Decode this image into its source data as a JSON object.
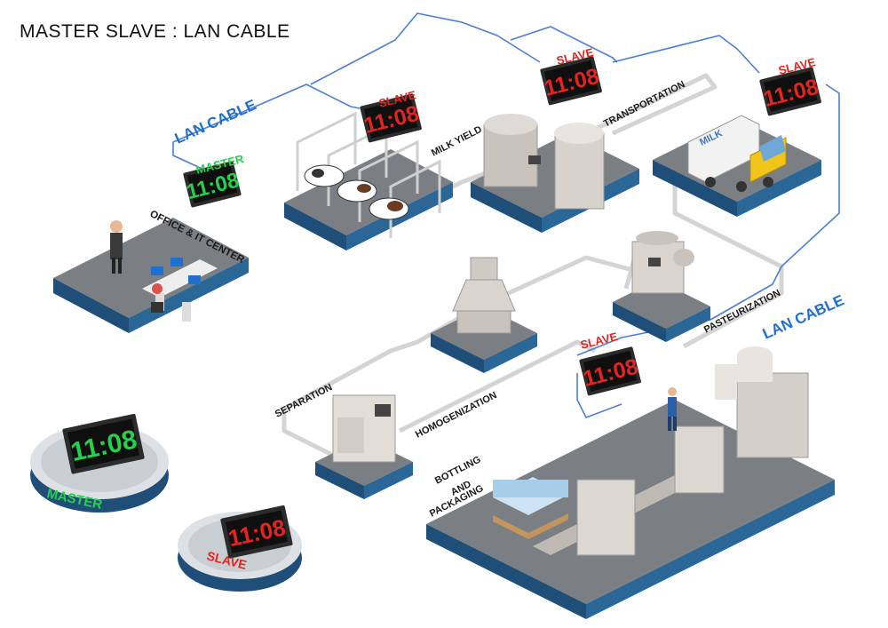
{
  "title": "MASTER SLAVE : LAN CABLE",
  "colors": {
    "cable": "#4a7fd4",
    "pipe": "#d8d8d8",
    "platform_top": "#7b7f83",
    "platform_side": "#1f4f78",
    "display_body": "#2b2b2b",
    "master_green": "#25d04a",
    "slave_red": "#e5231f",
    "label_blue": "#1e6fd0"
  },
  "displays": [
    {
      "role": "MASTER",
      "time": "11:08"
    },
    {
      "role": "SLAVE",
      "time": "11:08"
    },
    {
      "role": "SLAVE",
      "time": "11:08"
    },
    {
      "role": "SLAVE",
      "time": "11:08"
    },
    {
      "role": "SLAVE",
      "time": "11:08"
    }
  ],
  "legend": [
    {
      "role": "MASTER",
      "time": "11:08"
    },
    {
      "role": "SLAVE",
      "time": "11:08"
    }
  ],
  "cable_labels": [
    "LAN CABLE",
    "LAN CABLE"
  ],
  "stations": {
    "office": "OFFICE & IT CENTER",
    "milk_yield": "MILK YIELD",
    "transportation": "TRANSPORTATION",
    "pasteurization": "PASTEURIZATION",
    "separation": "SEPARATION",
    "homogenization": "HOMOGENIZATION",
    "bottling": [
      "BOTTLING",
      "AND",
      "PACKAGING"
    ]
  },
  "truck_label": "MILK"
}
